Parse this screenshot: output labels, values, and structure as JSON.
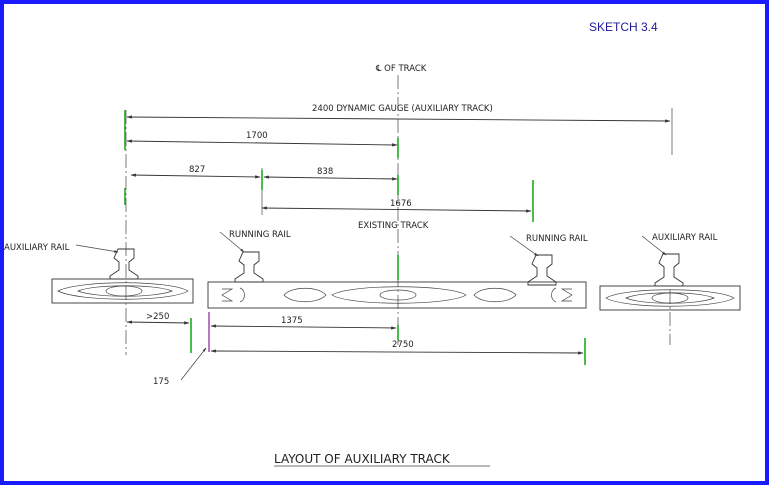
{
  "sketch_label": "SKETCH 3.4",
  "centerline_label": "℄ OF TRACK",
  "title": "LAYOUT OF AUXILIARY TRACK",
  "dimensions": {
    "dynamic_gauge": "2400 DYNAMIC GAUGE (AUXILIARY TRACK)",
    "d1700": "1700",
    "d827": "827",
    "d838": "838",
    "d1676": "1676",
    "d250": ">250",
    "d1375": "1375",
    "d2750": "2750",
    "d175": "175"
  },
  "labels": {
    "auxiliary_rail_left": "AUXILIARY RAIL",
    "running_rail_left": "RUNNING RAIL",
    "existing_track": "EXISTING TRACK",
    "running_rail_right": "RUNNING RAIL",
    "auxiliary_rail_right": "AUXILIARY RAIL"
  },
  "colors": {
    "frame": "#1a1aff",
    "sketch_label": "#1a1a9a",
    "dimension_marker": "#1faa1f",
    "offset_marker": "#8a1fa0"
  }
}
